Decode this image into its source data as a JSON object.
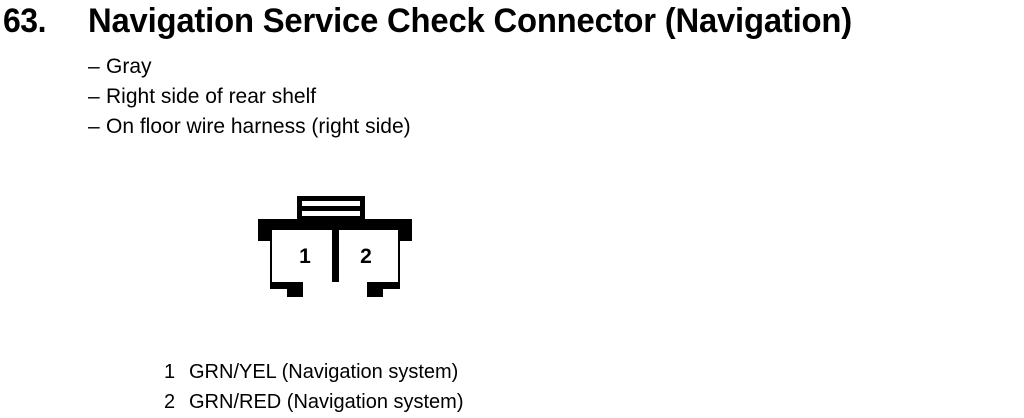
{
  "page": {
    "background_color": "#ffffff",
    "ink_color": "#000000"
  },
  "header": {
    "number": "63.",
    "title": "Navigation Service Check Connector (Navigation)"
  },
  "details": {
    "dash": "–",
    "items": [
      {
        "label": "Gray"
      },
      {
        "label": "Right side of rear shelf"
      },
      {
        "label": "On floor wire harness (right side)"
      }
    ]
  },
  "connector": {
    "name": "2-pin connector diagram",
    "pin_count": 2,
    "cells": [
      {
        "number": "1"
      },
      {
        "number": "2"
      }
    ],
    "tab_slots": 2
  },
  "legend": {
    "rows": [
      {
        "number": "1",
        "description": "GRN/YEL (Navigation system)"
      },
      {
        "number": "2",
        "description": "GRN/RED (Navigation system)"
      }
    ]
  }
}
